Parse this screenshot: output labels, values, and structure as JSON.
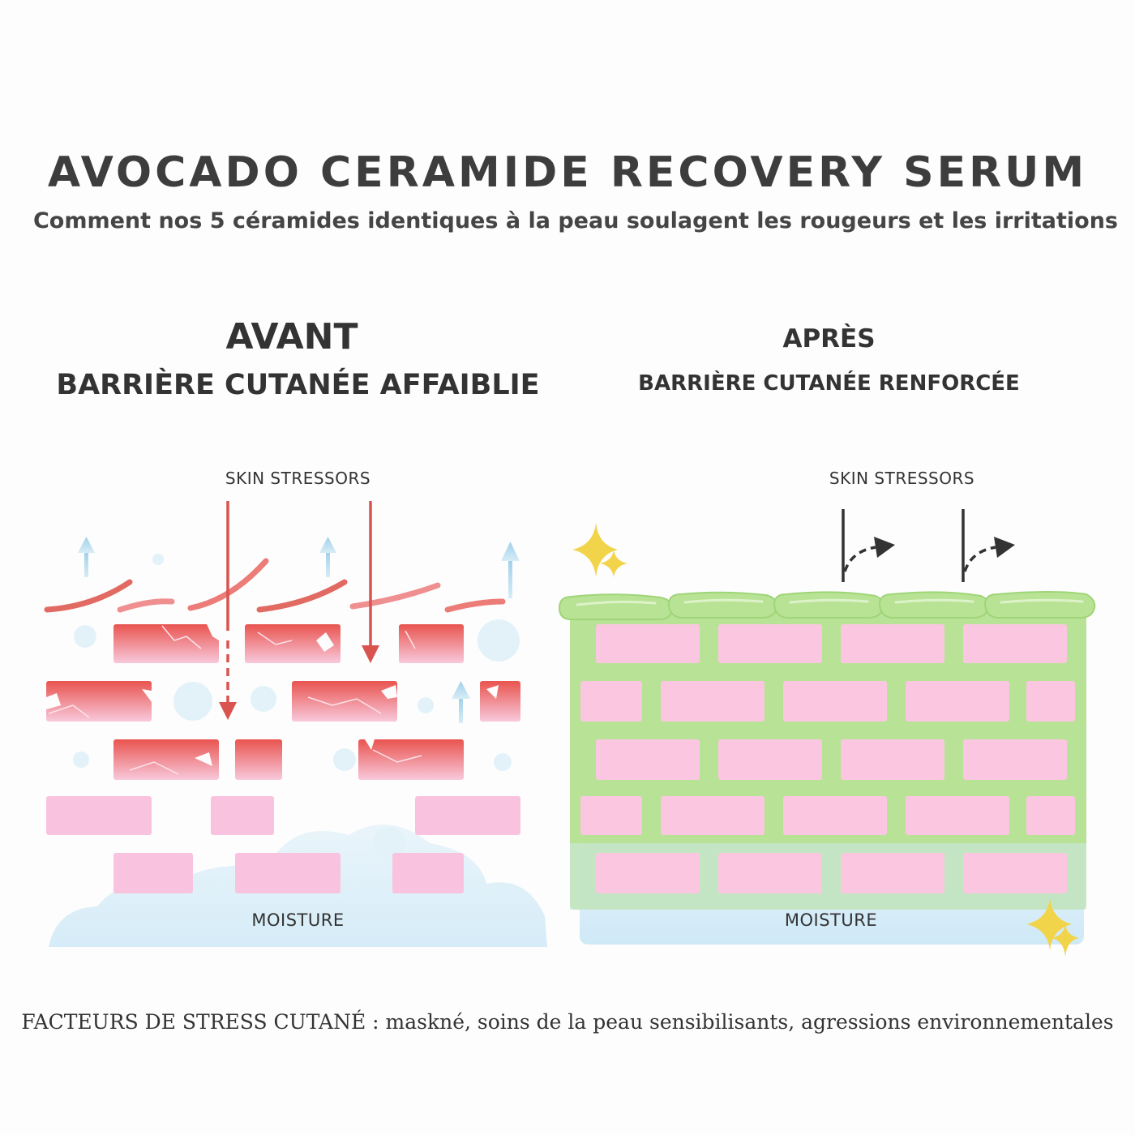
{
  "title": "AVOCADO CERAMIDE RECOVERY SERUM",
  "subtitle": "Comment nos 5 céramides identiques à la peau soulagent les rougeurs et les irritations",
  "before": {
    "heading": "AVANT",
    "subheading": "BARRIÈRE CUTANÉE AFFAIBLIE",
    "stressors_label": "SKIN STRESSORS",
    "moisture_label": "MOISTURE"
  },
  "after": {
    "heading": "APRÈS",
    "subheading": "BARRIÈRE CUTANÉE RENFORCÉE",
    "stressors_label": "SKIN STRESSORS",
    "moisture_label": "MOISTURE"
  },
  "footer": "FACTEURS DE STRESS CUTANÉ : maskné, soins de la peau sensibilisants, agressions environnementales",
  "colors": {
    "damaged_brick": "#e8605a",
    "pink_brick": "#f9c3df",
    "mortar_green": "#b4e08f",
    "moisture_blue": "#d9eef8",
    "stress_arrow": "#d9534f",
    "sparkle": "#f2d44b"
  }
}
